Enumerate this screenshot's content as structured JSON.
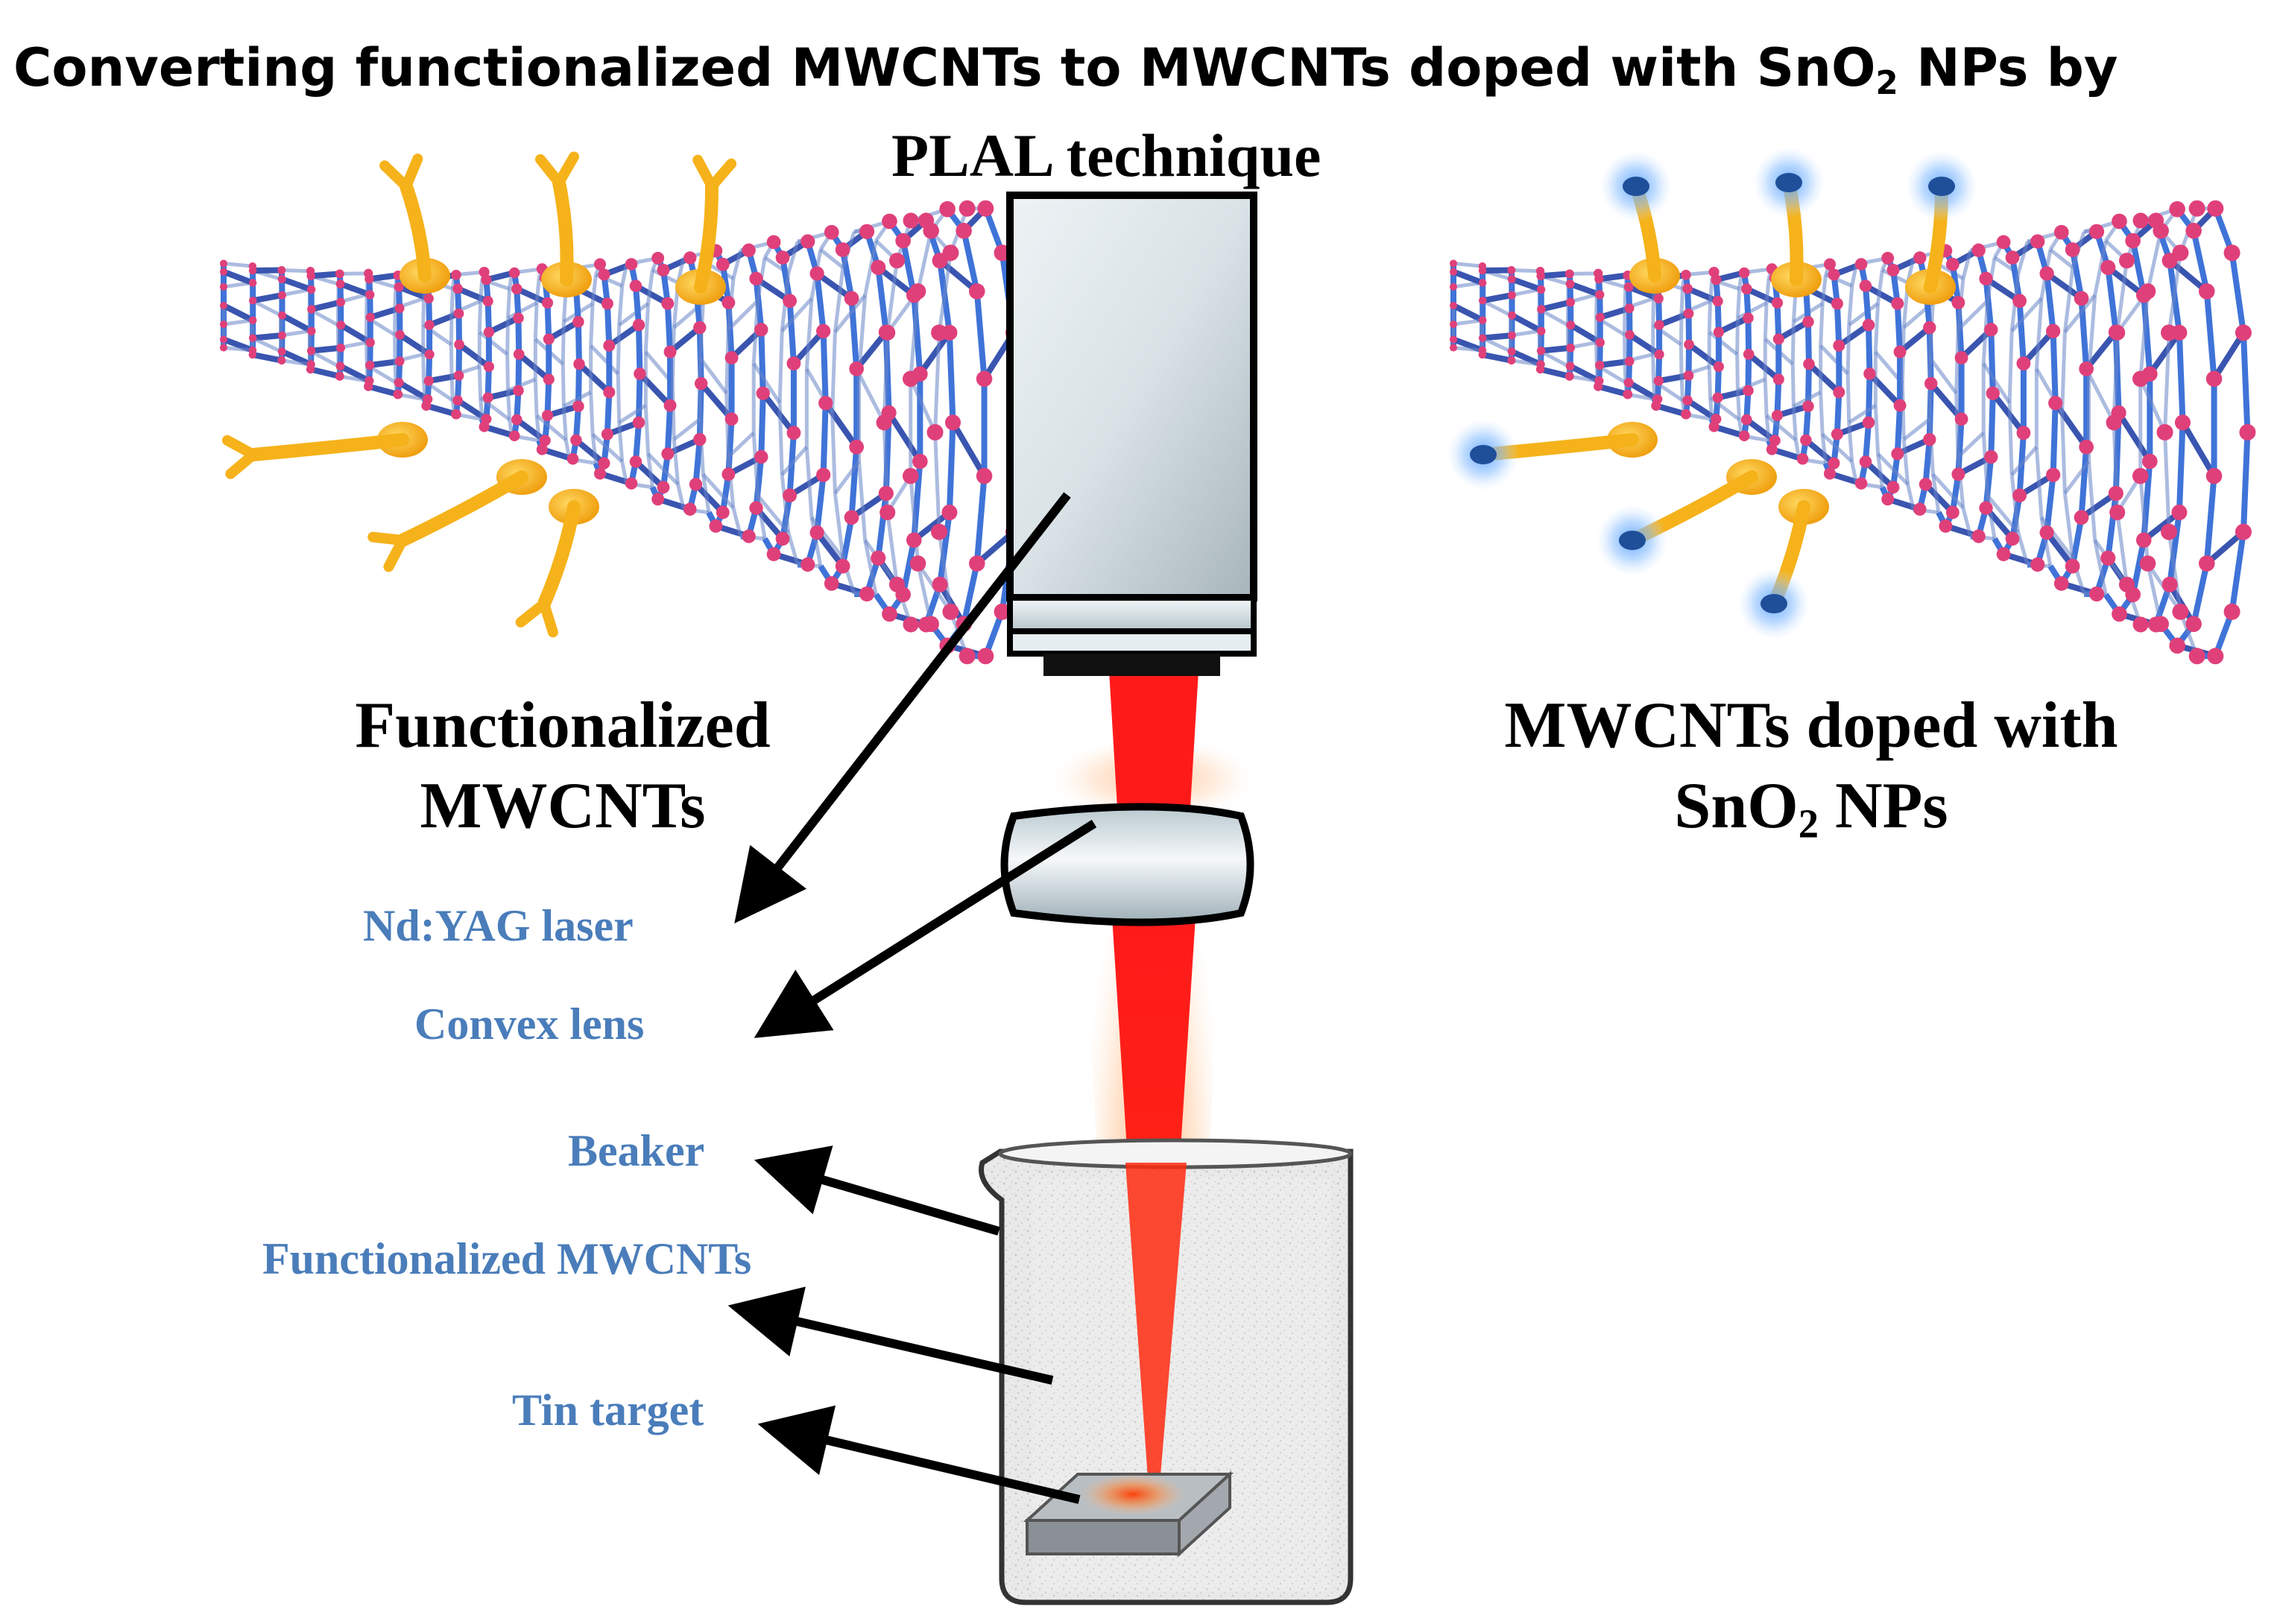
{
  "title": {
    "line1_a": "Converting functionalized MWCNTs to MWCNTs doped with SnO",
    "line1_sub": "2",
    "line1_b": " NPs by",
    "line2": "PLAL technique"
  },
  "left_caption": {
    "line1": "Functionalized",
    "line2": "MWCNTs"
  },
  "right_caption": {
    "line1": "MWCNTs doped with",
    "line2_a": "SnO",
    "line2_sub": "2",
    "line2_b": " NPs"
  },
  "labels": {
    "laser": "Nd:YAG laser",
    "lens": "Convex lens",
    "beaker": "Beaker",
    "medium": "Functionalized MWCNTs",
    "target": "Tin target"
  },
  "colors": {
    "label_blue": "#4a7dba",
    "laser_red": "#ff1a1a",
    "nanotube_blue": "#3f73d8",
    "nanotube_pink": "#e0407a",
    "functional_group": "#f5b21a",
    "nanoparticle": "#1f4f99",
    "nanoparticle_glow": "#5aa0ff"
  }
}
